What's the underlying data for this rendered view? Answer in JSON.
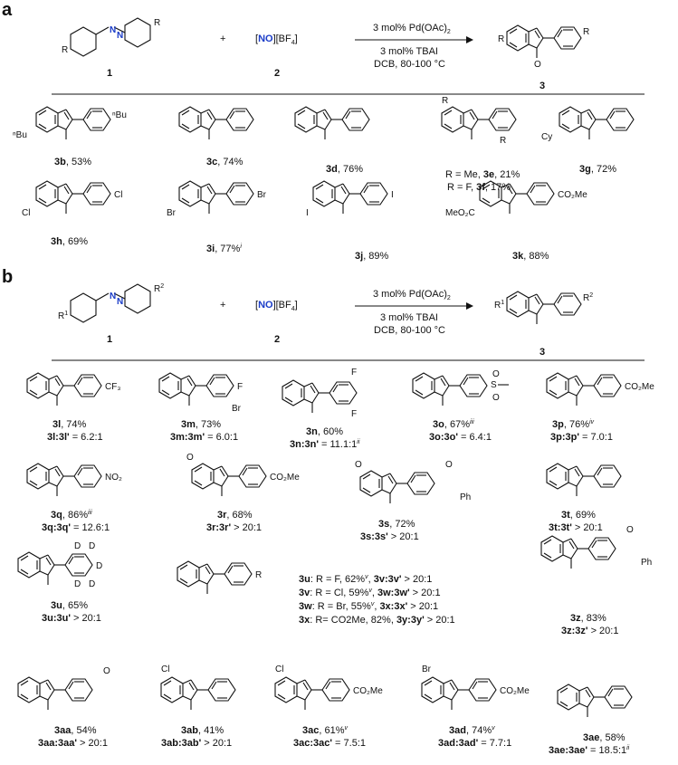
{
  "panel_a": {
    "letter": "a",
    "scheme": {
      "azo_label": "1",
      "reagent_label": "2",
      "product_label": "3",
      "plus": "+",
      "reagent_bracket_open": "[",
      "reagent_no": "NO",
      "reagent_rest": "][BF",
      "reagent_sub": "4",
      "reagent_close": "]",
      "cond1_main": "3 mol% Pd(OAc)",
      "cond1_sub": "2",
      "cond2": "3 mol% TBAI",
      "cond3": "DCB, 80-100 °C",
      "sub_r": "R",
      "o_label": "O",
      "minus": "−",
      "n_label": "N",
      "plus_charge": "+"
    },
    "products": [
      {
        "id": "3b",
        "text": ", 53%"
      },
      {
        "id": "3c",
        "text": ", 74%"
      },
      {
        "id": "3d",
        "text": ", 76%"
      },
      {
        "id": "3e",
        "text": "R = Me, ",
        "id2": "3e",
        "text2": ", 21%"
      },
      {
        "id": "3f",
        "text": "R = F, ",
        "id2": "3f",
        "text2": ", 17%"
      },
      {
        "id": "3g",
        "text": ", 72%"
      },
      {
        "id": "3h",
        "text": ", 69%"
      },
      {
        "id": "3i",
        "text": ", 77%",
        "sup": "i"
      },
      {
        "id": "3j",
        "text": ", 89%"
      },
      {
        "id": "3k",
        "text": ", 88%"
      }
    ],
    "substituents": {
      "nbu": "nBu",
      "me": "",
      "cy": "Cy",
      "cl": "Cl",
      "br": "Br",
      "i": "I",
      "co2me": "CO2Me",
      "meo2c": "MeO2C",
      "r": "R"
    }
  },
  "panel_b": {
    "letter": "b",
    "scheme": {
      "azo_label": "1",
      "reagent_label": "2",
      "product_label": "3",
      "r1": "R",
      "r1_sup": "1",
      "r2": "R",
      "r2_sup": "2",
      "cond1_main": "3 mol% Pd(OAc)",
      "cond1_sub": "2",
      "cond2": "3 mol% TBAI",
      "cond3": "DCB, 80-100 °C"
    },
    "products": [
      {
        "id": "3l",
        "yield": ", 74%",
        "ratio_id": "3l:3l'",
        "ratio": " = 6.2:1"
      },
      {
        "id": "3m",
        "yield": ", 73%",
        "ratio_id": "3m:3m'",
        "ratio": " = 6.0:1"
      },
      {
        "id": "3n",
        "yield": ", 60%",
        "ratio_id": "3n:3n'",
        "ratio": " = 11.1:1",
        "ratio_sup": "ii"
      },
      {
        "id": "3o",
        "yield": ", 67%",
        "yield_sup": "iii",
        "ratio_id": "3o:3o'",
        "ratio": " = 6.4:1"
      },
      {
        "id": "3p",
        "yield": ", 76%",
        "yield_sup": "iv",
        "ratio_id": "3p:3p'",
        "ratio": " = 7.0:1"
      },
      {
        "id": "3q",
        "yield": ", 86%",
        "yield_sup": "iii",
        "ratio_id": "3q:3q'",
        "ratio": " = 12.6:1"
      },
      {
        "id": "3r",
        "yield": ", 68%",
        "ratio_id": "3r:3r'",
        "ratio": " > 20:1"
      },
      {
        "id": "3s",
        "yield": ", 72%",
        "ratio_id": "3s:3s'",
        "ratio": " > 20:1"
      },
      {
        "id": "3t",
        "yield": ", 69%",
        "ratio_id": "3t:3t'",
        "ratio": " > 20:1"
      },
      {
        "id": "3u",
        "yield": ", 65%",
        "ratio_id": "3u:3u'",
        "ratio": " > 20:1"
      },
      {
        "id": "3z",
        "yield": ", 83%",
        "ratio_id": "3z:3z'",
        "ratio": " > 20:1"
      },
      {
        "id": "3aa",
        "yield": ", 54%",
        "ratio_id": "3aa:3aa'",
        "ratio": " > 20:1"
      },
      {
        "id": "3ab",
        "yield": ", 41%",
        "ratio_id": "3ab:3ab'",
        "ratio": " > 20:1"
      },
      {
        "id": "3ac",
        "yield": ", 61%",
        "yield_sup": "v",
        "ratio_id": "3ac:3ac'",
        "ratio": " = 7.5:1"
      },
      {
        "id": "3ad",
        "yield": ", 74%",
        "yield_sup": "v",
        "ratio_id": "3ad:3ad'",
        "ratio": " = 7.7:1"
      },
      {
        "id": "3ae",
        "yield": ", 58%",
        "ratio_id": "3ae:3ae'",
        "ratio": " = 18.5:1",
        "ratio_sup": "ii"
      }
    ],
    "series_list": [
      {
        "id": "3u",
        "mid": ": R = F, 62%",
        "sup": "v",
        "rid": "3v:3v'",
        "ratio": " > 20:1"
      },
      {
        "id": "3v",
        "mid": ": R = Cl, 59%",
        "sup": "v",
        "rid": "3w:3w'",
        "ratio": " > 20:1"
      },
      {
        "id": "3w",
        "mid": ": R = Br, 55%",
        "sup": "v",
        "rid": "3x:3x'",
        "ratio": " > 20:1"
      },
      {
        "id": "3x",
        "mid": ": R= CO2Me, 82%, ",
        "sup": "",
        "rid": "3y:3y'",
        "ratio": " > 20:1"
      }
    ],
    "substituents": {
      "cf3": "CF3",
      "f": "F",
      "br": "Br",
      "so2me": "SO2Me",
      "co2me": "CO2Me",
      "no2": "NO2",
      "ph": "Ph",
      "d": "D",
      "cl": "Cl",
      "o": "O",
      "r": "R"
    }
  }
}
